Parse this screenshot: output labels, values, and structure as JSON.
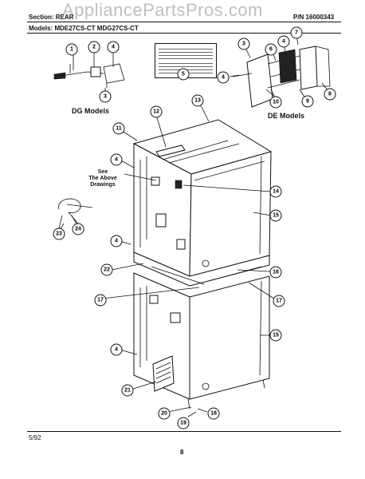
{
  "watermark": "AppliancePartsPros.com",
  "header": {
    "section": "Section: REAR",
    "part_number": "P/N 16000343",
    "models": "Models:  MDE27CS-CT    MDG27CS-CT"
  },
  "labels": {
    "dg_models": "DG Models",
    "de_models": "DE Models",
    "note_1": "See",
    "note_2": "The Above",
    "note_3": "Drawings"
  },
  "callouts": {
    "c1": "1",
    "c2": "2",
    "c3": "3",
    "c4": "4",
    "c5": "5",
    "c6": "6",
    "c7": "7",
    "c8": "8",
    "c9": "9",
    "c10": "10",
    "c11": "11",
    "c12": "12",
    "c13": "13",
    "c14": "14",
    "c15": "15",
    "c16": "16",
    "c17": "17",
    "c18": "18",
    "c19": "19",
    "c20": "20",
    "c21": "21",
    "c22": "22",
    "c23": "23",
    "c24": "24"
  },
  "footer": {
    "date": "5/92",
    "page": "8"
  }
}
